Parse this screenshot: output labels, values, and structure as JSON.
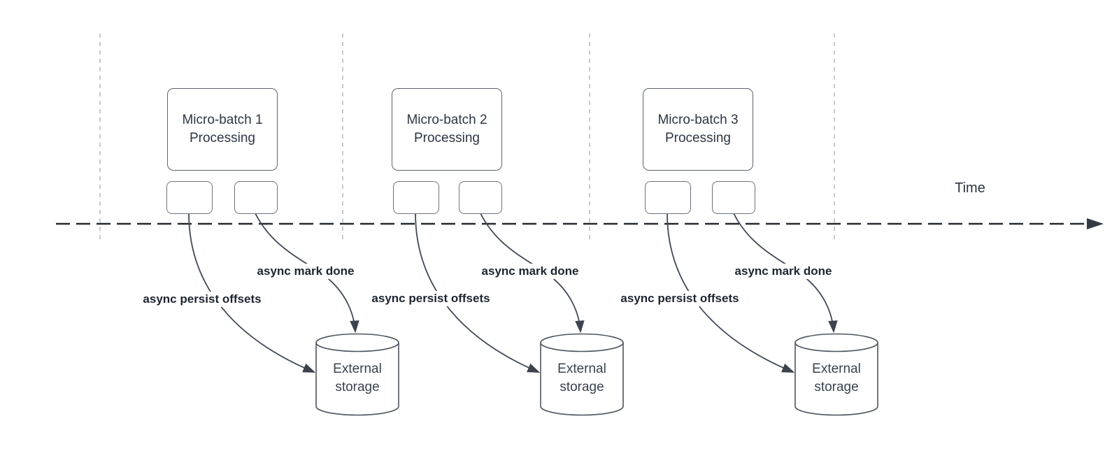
{
  "diagram": {
    "time_label": "Time",
    "groups": [
      {
        "box_line1": "Micro-batch 1",
        "box_line2": "Processing",
        "persist_label": "async persist offsets",
        "done_label": "async mark done",
        "storage_line1": "External",
        "storage_line2": "storage"
      },
      {
        "box_line1": "Micro-batch 2",
        "box_line2": "Processing",
        "persist_label": "async persist offsets",
        "done_label": "async mark done",
        "storage_line1": "External",
        "storage_line2": "storage"
      },
      {
        "box_line1": "Micro-batch 3",
        "box_line2": "Processing",
        "persist_label": "async persist offsets",
        "done_label": "async mark done",
        "storage_line1": "External",
        "storage_line2": "storage"
      }
    ],
    "colors": {
      "arrow_line": "#414956",
      "timeline": "#24282f",
      "gridline": "#b5b8bc",
      "box_border": "#5c6470",
      "text": "#2d3643",
      "label_text": "#1d2530",
      "background": "#ffffff"
    }
  }
}
